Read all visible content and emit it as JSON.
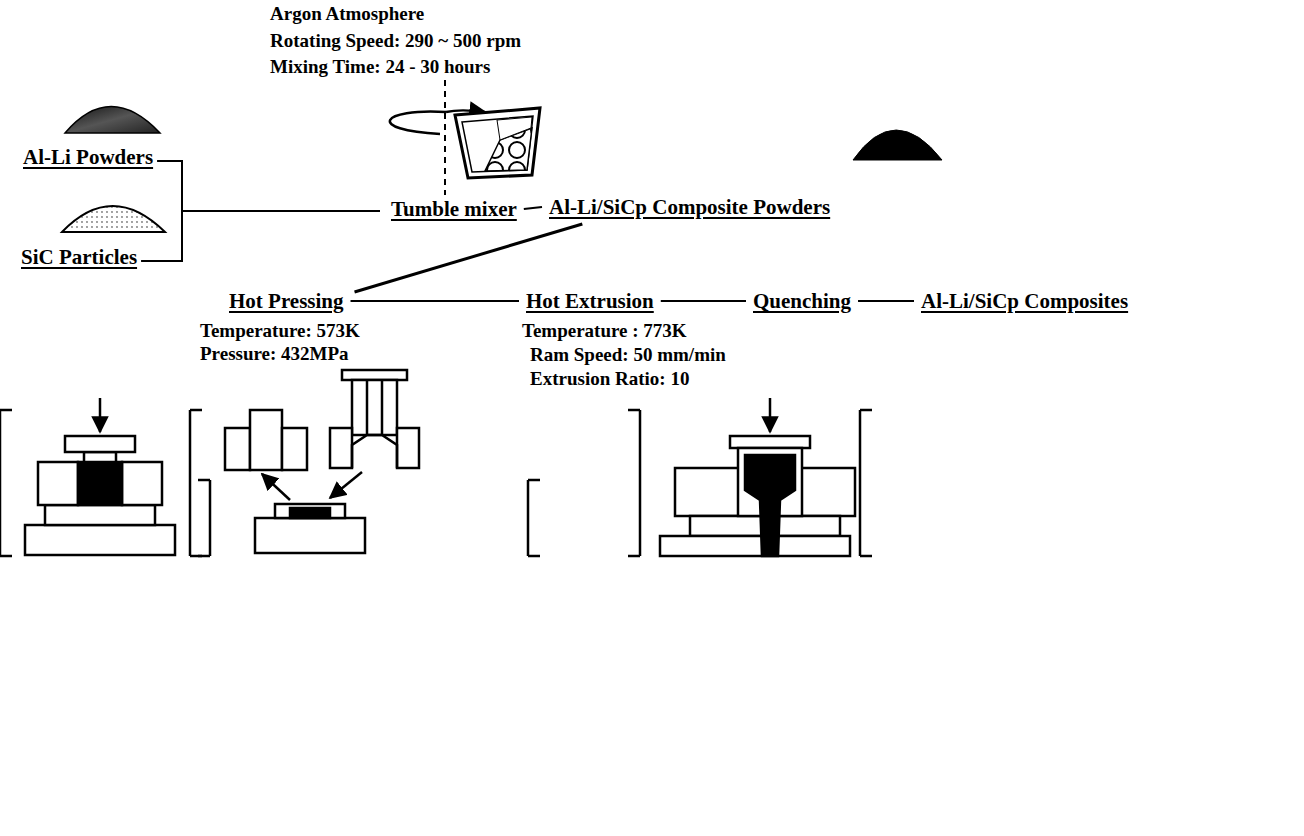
{
  "diagram": {
    "nodes": [
      {
        "text": [
          "Al-Li Powders"
        ]
      },
      {
        "text": [
          "SiC Particles"
        ]
      },
      {
        "text": [
          "Tumble mixer"
        ]
      },
      {
        "text": [
          "Al-Li/SiCp Composite Powders"
        ]
      },
      {
        "text": [
          "Hot Pressing"
        ]
      },
      {
        "text": [
          "Hot Extrusion"
        ]
      },
      {
        "text": [
          "Quenching"
        ]
      },
      {
        "text": [
          "Al-Li/SiCp Composites"
        ]
      }
    ],
    "edges": [
      {
        "from": 0,
        "to": 2,
        "arrow": "none"
      },
      {
        "from": 1,
        "to": 2,
        "arrow": "none"
      },
      {
        "from": 2,
        "to": 3,
        "arrow": "none"
      },
      {
        "from": 3,
        "to": 4,
        "arrow": "none"
      },
      {
        "from": 4,
        "to": 5,
        "arrow": "none"
      },
      {
        "from": 5,
        "to": 6,
        "arrow": "none"
      },
      {
        "from": 6,
        "to": 7,
        "arrow": "none"
      }
    ],
    "labels": [
      "Argon  Atmosphere",
      "Rotating Speed: 290 ~ 500 rpm",
      "Mixing Time:  24 - 30 hours",
      "Temperature: 573K",
      "Pressure: 432MPa",
      "Temperature  : 773K",
      "Ram Speed: 50 mm/min",
      "Extrusion Ratio: 10"
    ]
  }
}
